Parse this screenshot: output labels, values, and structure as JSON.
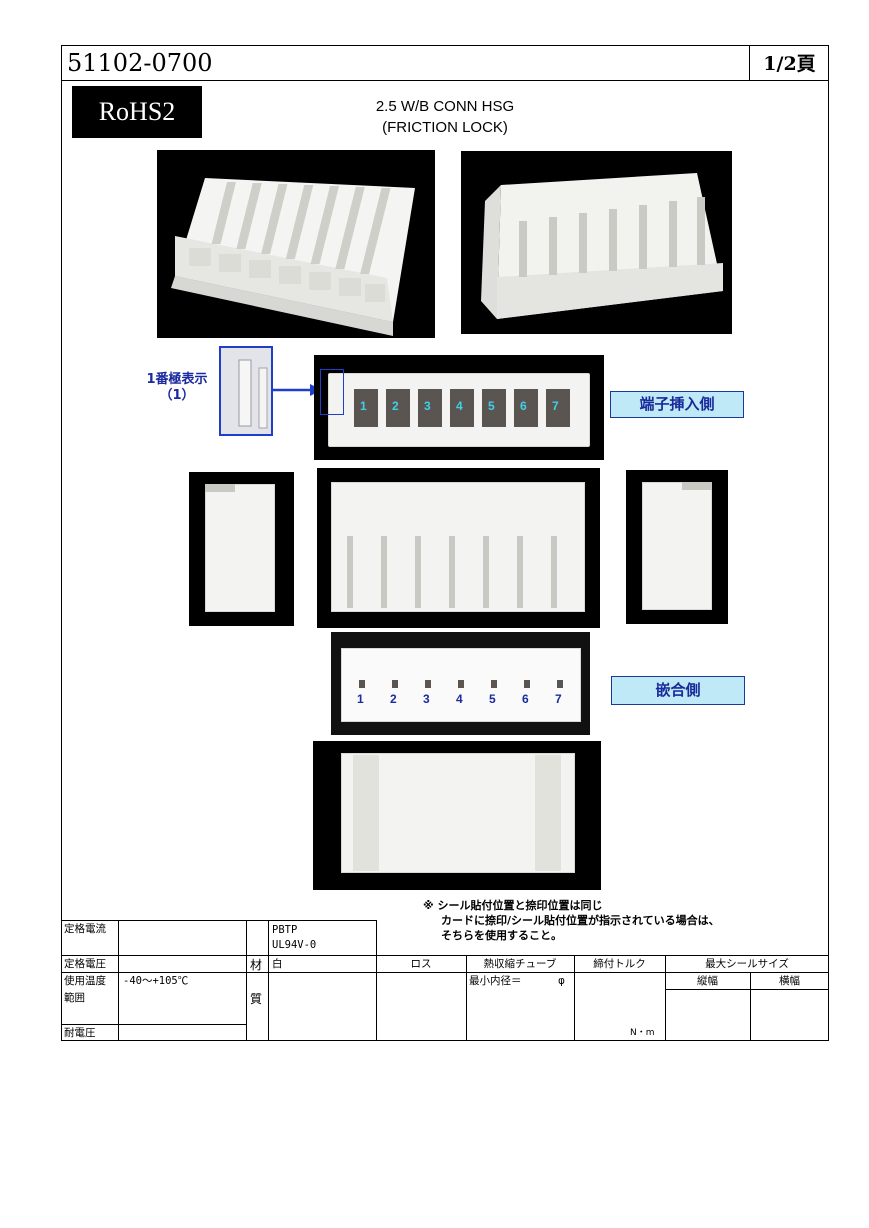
{
  "header": {
    "part_number": "51102-0700",
    "page": "1/2頁"
  },
  "badge": "RoHS2",
  "title": {
    "line1": "2.5 W/B CONN HSG",
    "line2": "(FRICTION LOCK)"
  },
  "pin1_label": {
    "line1": "1番極表示",
    "line2": "（1）"
  },
  "terminal_side_label": "端子挿入側",
  "mating_side_label": "嵌合側",
  "pin_numbers": [
    "1",
    "2",
    "3",
    "4",
    "5",
    "6",
    "7"
  ],
  "note": {
    "line1": "※ シール貼付位置と捺印位置は同じ",
    "line2": "カードに捺印/シール貼付位置が指示されている場合は、",
    "line3": "そちらを使用すること。"
  },
  "spec_table": {
    "rated_current_label": "定格電流",
    "rated_voltage_label": "定格電圧",
    "operating_temp_label_1": "使用温度",
    "operating_temp_label_2": "範囲",
    "operating_temp_value": "-40～+105℃",
    "withstand_voltage_label": "耐電圧",
    "material_label_1": "材",
    "material_label_2": "質",
    "material_line1": "PBTP",
    "material_line2": "UL94V-0",
    "material_color": "白",
    "lot_label": "ロス",
    "heat_shrink_label": "熱収縮チューブ",
    "min_inner_dia_label": "最小内径＝",
    "phi": "φ",
    "torque_label": "締付トルク",
    "torque_unit": "N・m",
    "max_seal_size_label": "最大シールサイズ",
    "vertical_width_label": "縦幅",
    "horizontal_width_label": "横幅"
  },
  "colors": {
    "label_fill": "#bfe9f6",
    "label_text": "#1a2a9a",
    "pin1_highlight": "#1f3fc8",
    "pin_number_terminal_side": "#3fd0e8",
    "pin_number_mating_side": "#1a2aa0"
  }
}
